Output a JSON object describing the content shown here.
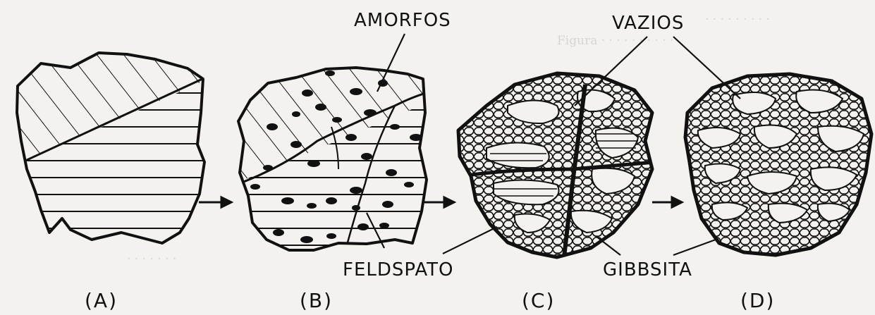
{
  "labels": {
    "amorfos": "AMORFOS",
    "vazios": "VAZIOS",
    "feldspato": "FELDSPATO",
    "gibbsita": "GIBBSITA"
  },
  "panels": [
    "(A)",
    "(B)",
    "(C)",
    "(D)"
  ],
  "colors": {
    "ink": "#111111",
    "paper": "#f3f2ef",
    "bleed": "#d6d5d1"
  }
}
